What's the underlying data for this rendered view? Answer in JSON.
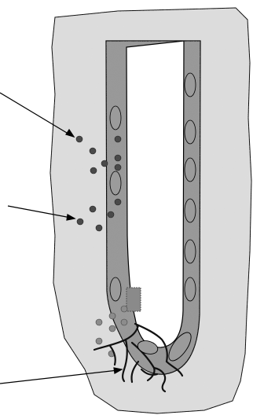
{
  "figure": {
    "colors": {
      "background": "#ffffff",
      "tissue_fill": "#dcdcdc",
      "tissue_speckle": "#b8b8b8",
      "wall_fill": "#9a9a9a",
      "wall_speckle": "#6e6e6e",
      "lumen_fill": "#ffffff",
      "outline": "#000000",
      "nucleus_fill": "#9b9b9b",
      "dark_particle": "#4a4a4a",
      "light_particle": "#8c8c8c",
      "arrow": "#000000"
    },
    "labels": [],
    "pointer_arrows": [
      {
        "name": "pointer-arrow-upper",
        "target": "dark-particles-upper-cluster"
      },
      {
        "name": "pointer-arrow-middle",
        "target": "dark-particles-lower-cluster"
      },
      {
        "name": "pointer-arrow-lower",
        "target": "filament-network"
      }
    ],
    "components": [
      "outer-tissue",
      "tubular-wall-left",
      "tubular-wall-right",
      "central-lumen",
      "nuclei-left",
      "nuclei-right",
      "dark-particles",
      "light-particles",
      "rectangular-patch",
      "filament-network"
    ]
  }
}
